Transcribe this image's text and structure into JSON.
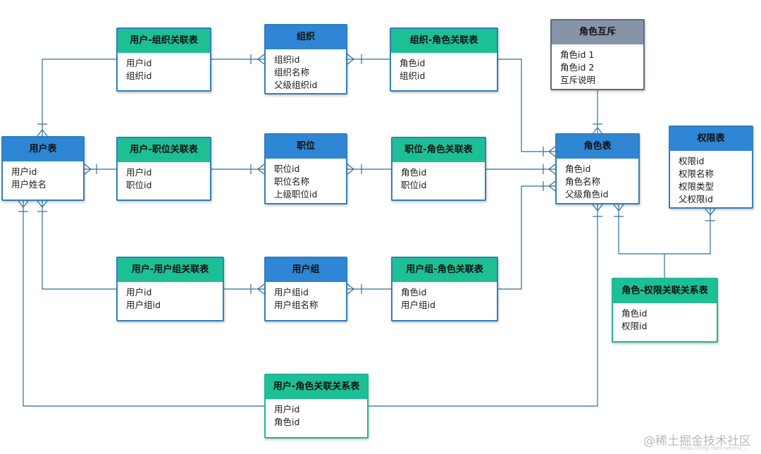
{
  "tables": {
    "user_org": {
      "title": "用户-组织关联表",
      "fields": [
        "用户id",
        "组织id"
      ]
    },
    "org": {
      "title": "组织",
      "fields": [
        "组织id",
        "组织名称",
        "父级组织id"
      ]
    },
    "org_role": {
      "title": "组织-角色关联表",
      "fields": [
        "角色id",
        "组织id"
      ]
    },
    "role_mutex": {
      "title": "角色互斥",
      "fields": [
        "角色id 1",
        "角色id 2",
        "互斥说明"
      ]
    },
    "user": {
      "title": "用户表",
      "fields": [
        "用户id",
        "用户姓名"
      ]
    },
    "user_position": {
      "title": "用户-职位关联表",
      "fields": [
        "用户id",
        "职位id"
      ]
    },
    "position": {
      "title": "职位",
      "fields": [
        "职位id",
        "职位名称",
        "上级职位id"
      ]
    },
    "position_role": {
      "title": "职位-角色关联表",
      "fields": [
        "角色id",
        "职位id"
      ]
    },
    "role": {
      "title": "角色表",
      "fields": [
        "角色id",
        "角色名称",
        "父级角色id"
      ]
    },
    "permission": {
      "title": "权限表",
      "fields": [
        "权限id",
        "权限名称",
        "权限类型",
        "父权限id"
      ]
    },
    "user_usergroup": {
      "title": "用户-用户组关联表",
      "fields": [
        "用户id",
        "用户组id"
      ]
    },
    "usergroup": {
      "title": "用户组",
      "fields": [
        "用户组id",
        "用户组名称"
      ]
    },
    "usergroup_role": {
      "title": "用户组-角色关联表",
      "fields": [
        "角色id",
        "用户组id"
      ]
    },
    "role_permission": {
      "title": "角色-权限关联关系表",
      "fields": [
        "角色id",
        "权限id"
      ]
    },
    "user_role": {
      "title": "用户-角色关联关系表",
      "fields": [
        "用户id",
        "角色id"
      ]
    }
  },
  "watermark": {
    "main": "@稀土掘金技术社区",
    "sub": "https://blog.csdn.net/m0_..."
  },
  "colors": {
    "entity_header": "#2e86d4",
    "relation_header": "#1dbf95",
    "mutex_header": "#8794a8",
    "connector": "#2e6e9e"
  }
}
